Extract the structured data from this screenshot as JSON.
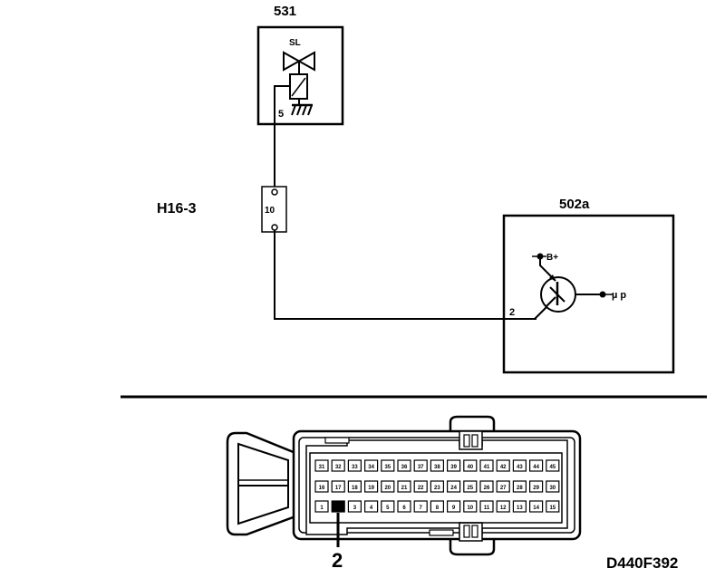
{
  "components": {
    "solenoid": {
      "id": "531",
      "symbol": "SL",
      "pin": "5"
    },
    "connector": {
      "id": "H16-3",
      "pin": "10"
    },
    "ecu": {
      "id": "502a",
      "pin": "2",
      "supply": "B+",
      "processor": "µ p"
    }
  },
  "connector_view": {
    "row_top": [
      "31",
      "32",
      "33",
      "34",
      "35",
      "36",
      "37",
      "38",
      "39",
      "40",
      "41",
      "42",
      "43",
      "44",
      "45"
    ],
    "row_mid": [
      "16",
      "17",
      "18",
      "19",
      "20",
      "21",
      "22",
      "23",
      "24",
      "25",
      "26",
      "27",
      "28",
      "29",
      "30"
    ],
    "row_bot": [
      "1",
      "2",
      "3",
      "4",
      "5",
      "6",
      "7",
      "8",
      "9",
      "10",
      "11",
      "12",
      "13",
      "14",
      "15"
    ],
    "highlighted_pin": "2",
    "callout": "2"
  },
  "figure_code": "D440F392"
}
